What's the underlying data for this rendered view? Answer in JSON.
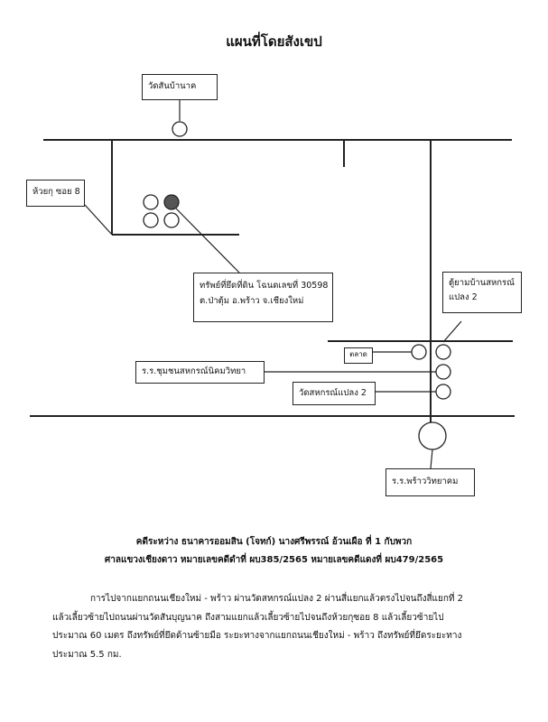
{
  "title": "แผนที่โดยสังเขป",
  "map": {
    "labels": {
      "wat_san_ban_nak": "วัดสันบ้านาค",
      "huay_ku_soi": "ห้วยกุ ซอย 8",
      "property_line1": "ทรัพย์ที่ยึดที่ดิน โฉนดเลขที่ 30598",
      "property_line2": "ต.ป่าตุ้ม อ.พร้าว จ.เชียงใหม่",
      "atm_line1": "ตู้ยามบ้านสหกรณ์",
      "atm_line2": "แปลง 2",
      "market": "ตลาด",
      "school_community": "ร.ร.ชุมชนสหกรณ์นิคมวิทยา",
      "wat_sahakorn": "วัดสหกรณ์แปลง 2",
      "school_phrao": "ร.ร.พร้าววิทยาคม"
    },
    "colors": {
      "line": "#222222",
      "marker_filled": "#555555",
      "background": "#ffffff"
    }
  },
  "case": {
    "line1": "คดีระหว่าง ธนาคารออมสิน (โจทก์) นางศรีพรรณ์ อ้วนเผือ ที่ 1 กับพวก",
    "line2": "ศาลแขวงเชียงดาว หมายเลขคดีดำที่ ผบ385/2565 หมายเลขคดีแดงที่ ผบ479/2565"
  },
  "route": {
    "line1": "การไปจากแยกถนนเชียงใหม่ - พร้าว ผ่านวัดสหกรณ์แปลง 2 ผ่านสี่แยกแล้วตรงไปจนถึงสี่แยกที่ 2",
    "line2": "แล้วเลี้ยวซ้ายไปถนนผ่านวัดสันบุญนาค ถึงสามแยกแล้วเลี้ยวซ้ายไปจนถึงห้วยกุซอย 8 แล้วเลี้ยวซ้ายไป",
    "line3": "ประมาณ 60 เมตร ถึงทรัพย์ที่ยึดด้านซ้ายมือ ระยะทางจากแยกถนนเชียงใหม่ - พร้าว ถึงทรัพย์ที่ยึดระยะทาง",
    "line4": "ประมาณ 5.5 กม."
  }
}
